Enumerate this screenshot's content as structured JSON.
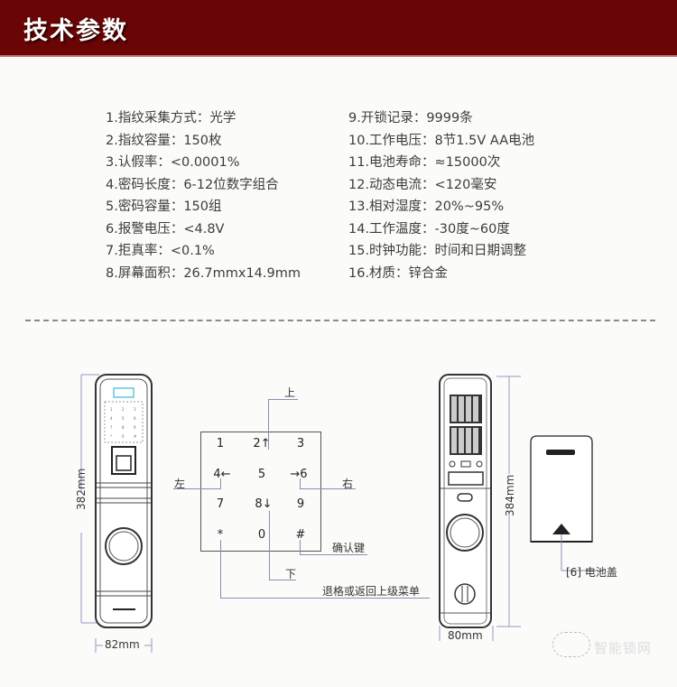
{
  "header": {
    "title": "技术参数",
    "bg_color": "#6a0505"
  },
  "specs": {
    "left": [
      "1.指纹采集方式：光学",
      "2.指纹容量：150枚",
      "3.认假率：<0.0001%",
      "4.密码长度：6-12位数字组合",
      "5.密码容量：150组",
      "6.报警电压：<4.8V",
      "7.拒真率：<0.1%",
      "8.屏幕面积：26.7mmx14.9mm"
    ],
    "right": [
      "9.开锁记录：9999条",
      "10.工作电压：8节1.5V AA电池",
      "11.电池寿命：≈15000次",
      "12.动态电流：<120毫安",
      "13.相对湿度：20%~95%",
      "14.工作温度：-30度~60度",
      "15.时钟功能：时间和日期调整",
      "16.材质：锌合金"
    ]
  },
  "front_lock": {
    "height_label": "382mm",
    "width_label": "82mm"
  },
  "keypad": {
    "keys": [
      "1",
      "2↑",
      "3",
      "4←",
      "5",
      "→6",
      "7",
      "8↓",
      "9",
      "*",
      "0",
      "#"
    ],
    "labels": {
      "up": "上",
      "left": "左",
      "right": "右",
      "down": "下",
      "confirm": "确认键",
      "back": "退格或返回上级菜单"
    }
  },
  "back_lock": {
    "height_label": "384mm",
    "width_label": "80mm"
  },
  "battery_cover": {
    "label": "[6] 电池盖"
  },
  "watermark": {
    "text": "智能锁网"
  }
}
